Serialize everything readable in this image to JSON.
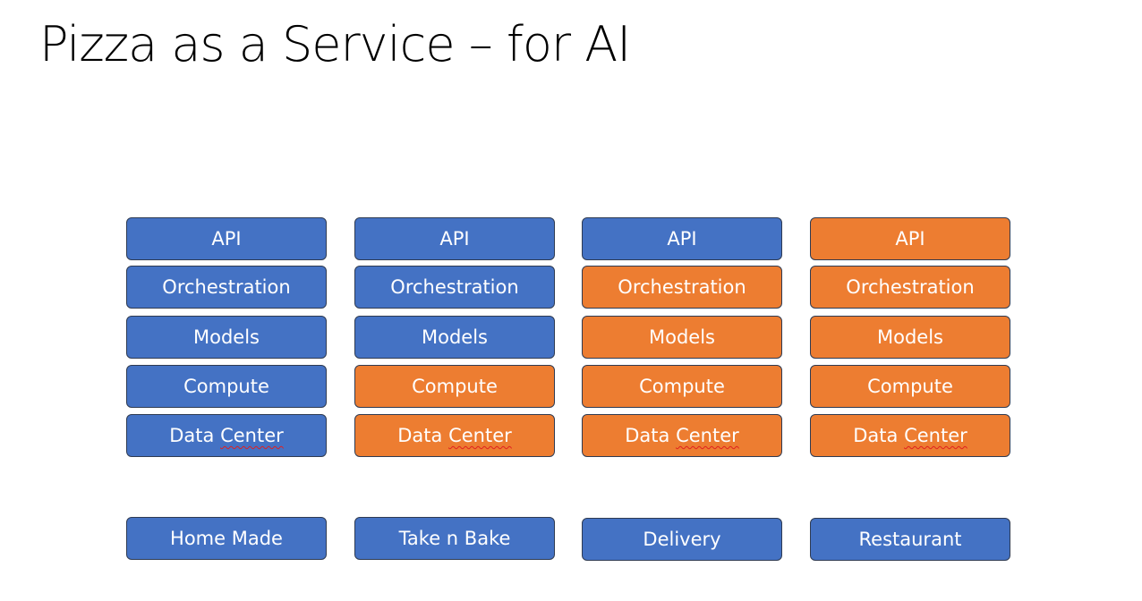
{
  "title": "Pizza as a Service – for AI",
  "colors": {
    "provider_managed": "#ed7d31",
    "self_managed": "#4472c4",
    "border": "#2f3b52",
    "spellcheck_underline": "#e02020"
  },
  "columns": [
    {
      "layers": [
        {
          "label": "API",
          "color": "blue"
        },
        {
          "label": "Orchestration",
          "color": "blue"
        },
        {
          "label": "Models",
          "color": "blue"
        },
        {
          "label": "Compute",
          "color": "blue"
        },
        {
          "label_prefix": "Data ",
          "label_underlined": "Center",
          "color": "blue"
        }
      ],
      "footer": "Home Made"
    },
    {
      "layers": [
        {
          "label": "API",
          "color": "blue"
        },
        {
          "label": "Orchestration",
          "color": "blue"
        },
        {
          "label": "Models",
          "color": "blue"
        },
        {
          "label": "Compute",
          "color": "orange"
        },
        {
          "label_prefix": "Data ",
          "label_underlined": "Center",
          "color": "orange"
        }
      ],
      "footer": "Take n Bake"
    },
    {
      "layers": [
        {
          "label": "API",
          "color": "blue"
        },
        {
          "label": "Orchestration",
          "color": "orange"
        },
        {
          "label": "Models",
          "color": "orange"
        },
        {
          "label": "Compute",
          "color": "orange"
        },
        {
          "label_prefix": "Data ",
          "label_underlined": "Center",
          "color": "orange"
        }
      ],
      "footer": "Delivery"
    },
    {
      "layers": [
        {
          "label": "API",
          "color": "orange"
        },
        {
          "label": "Orchestration",
          "color": "orange"
        },
        {
          "label": "Models",
          "color": "orange"
        },
        {
          "label": "Compute",
          "color": "orange"
        },
        {
          "label_prefix": "Data ",
          "label_underlined": "Center",
          "color": "orange"
        }
      ],
      "footer": "Restaurant"
    }
  ]
}
